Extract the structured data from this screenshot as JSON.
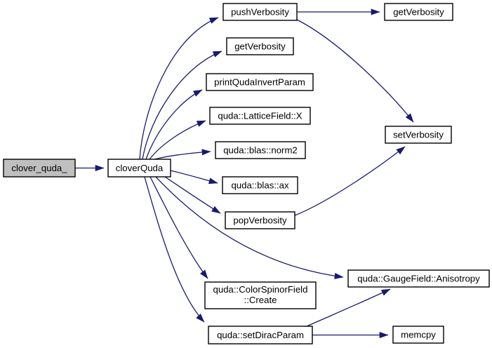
{
  "diagram": {
    "kind": "doxygen-call-graph",
    "colors": {
      "edge": "#191970",
      "node_border": "#000000",
      "node_fill": "#ffffff",
      "highlight_node_fill": "#bfbfbf",
      "text": "#000000",
      "background": "#ffffff"
    },
    "nodes": {
      "clover_quda": {
        "label": "clover_quda_"
      },
      "cloverQuda": {
        "label": "cloverQuda"
      },
      "pushVerbosity": {
        "label": "pushVerbosity"
      },
      "getVerbosity_top": {
        "label": "getVerbosity"
      },
      "getVerbosity_mid": {
        "label": "getVerbosity"
      },
      "printQudaInvertParam": {
        "label": "printQudaInvertParam"
      },
      "latticeFieldX": {
        "label": "quda::LatticeField::X"
      },
      "blasNorm2": {
        "label": "quda::blas::norm2"
      },
      "blasAx": {
        "label": "quda::blas::ax"
      },
      "popVerbosity": {
        "label": "popVerbosity"
      },
      "setVerbosity": {
        "label": "setVerbosity"
      },
      "gaugeAnisotropy": {
        "label": "quda::GaugeField::Anisotropy"
      },
      "colorSpinorCreate": {
        "label_line1": "quda::ColorSpinorField",
        "label_line2": "::Create"
      },
      "setDiracParam": {
        "label": "quda::setDiracParam"
      },
      "memcpy": {
        "label": "memcpy"
      }
    },
    "edges": [
      {
        "from": "clover_quda_",
        "to": "cloverQuda"
      },
      {
        "from": "cloverQuda",
        "to": "pushVerbosity"
      },
      {
        "from": "cloverQuda",
        "to": "getVerbosity"
      },
      {
        "from": "cloverQuda",
        "to": "printQudaInvertParam"
      },
      {
        "from": "cloverQuda",
        "to": "quda::LatticeField::X"
      },
      {
        "from": "cloverQuda",
        "to": "quda::blas::norm2"
      },
      {
        "from": "cloverQuda",
        "to": "quda::blas::ax"
      },
      {
        "from": "cloverQuda",
        "to": "popVerbosity"
      },
      {
        "from": "cloverQuda",
        "to": "quda::GaugeField::Anisotropy"
      },
      {
        "from": "cloverQuda",
        "to": "quda::ColorSpinorField::Create"
      },
      {
        "from": "cloverQuda",
        "to": "quda::setDiracParam"
      },
      {
        "from": "pushVerbosity",
        "to": "getVerbosity"
      },
      {
        "from": "pushVerbosity",
        "to": "setVerbosity"
      },
      {
        "from": "popVerbosity",
        "to": "setVerbosity"
      },
      {
        "from": "quda::setDiracParam",
        "to": "quda::GaugeField::Anisotropy"
      },
      {
        "from": "quda::setDiracParam",
        "to": "memcpy"
      }
    ]
  }
}
